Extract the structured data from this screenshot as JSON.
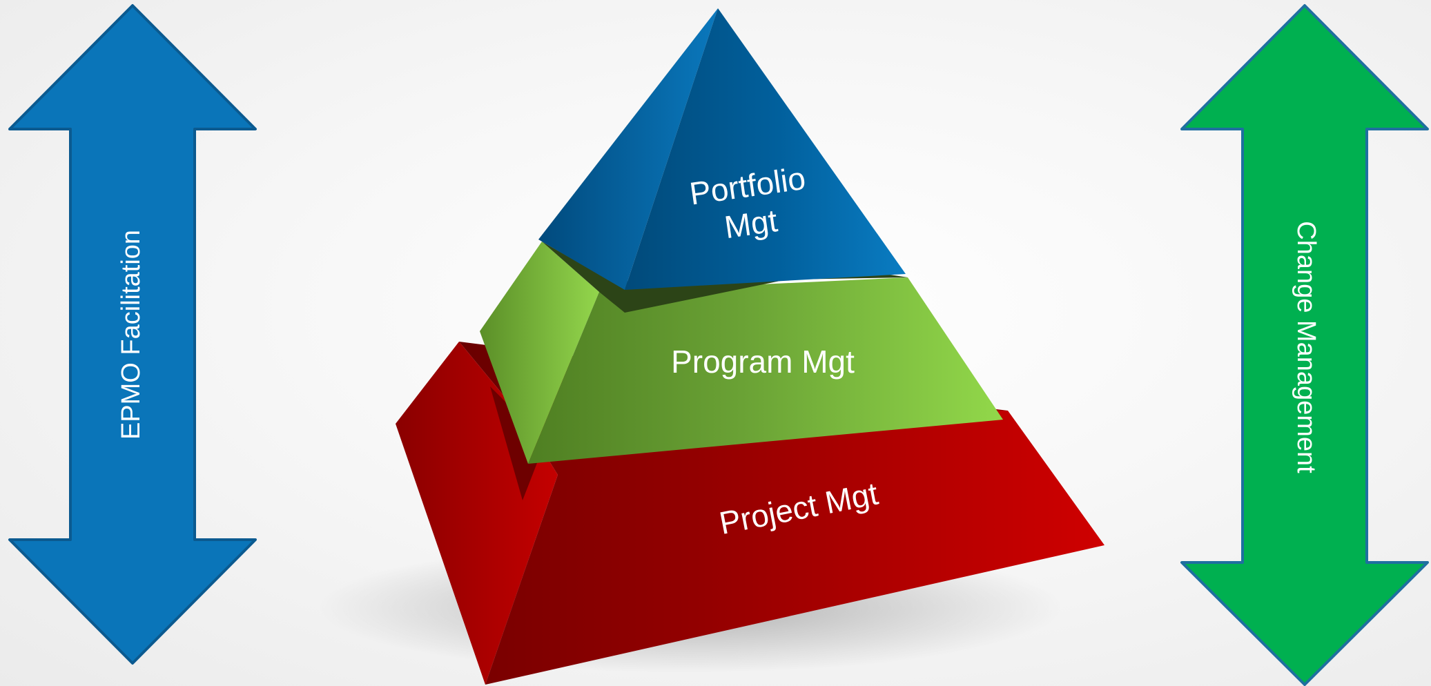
{
  "left_arrow": {
    "label": "EPMO Facilitation",
    "color": "#0a75b9",
    "stroke": "#0b5a90"
  },
  "right_arrow": {
    "label": "Change Management",
    "color": "#00b050",
    "stroke": "#1f6fa0"
  },
  "pyramid": {
    "top": {
      "line1": "Portfolio",
      "line2": "Mgt",
      "color": "#0070b6"
    },
    "middle": {
      "label": "Program Mgt",
      "color": "#7ac142"
    },
    "bottom": {
      "label": "Project Mgt",
      "color": "#c00000"
    }
  }
}
